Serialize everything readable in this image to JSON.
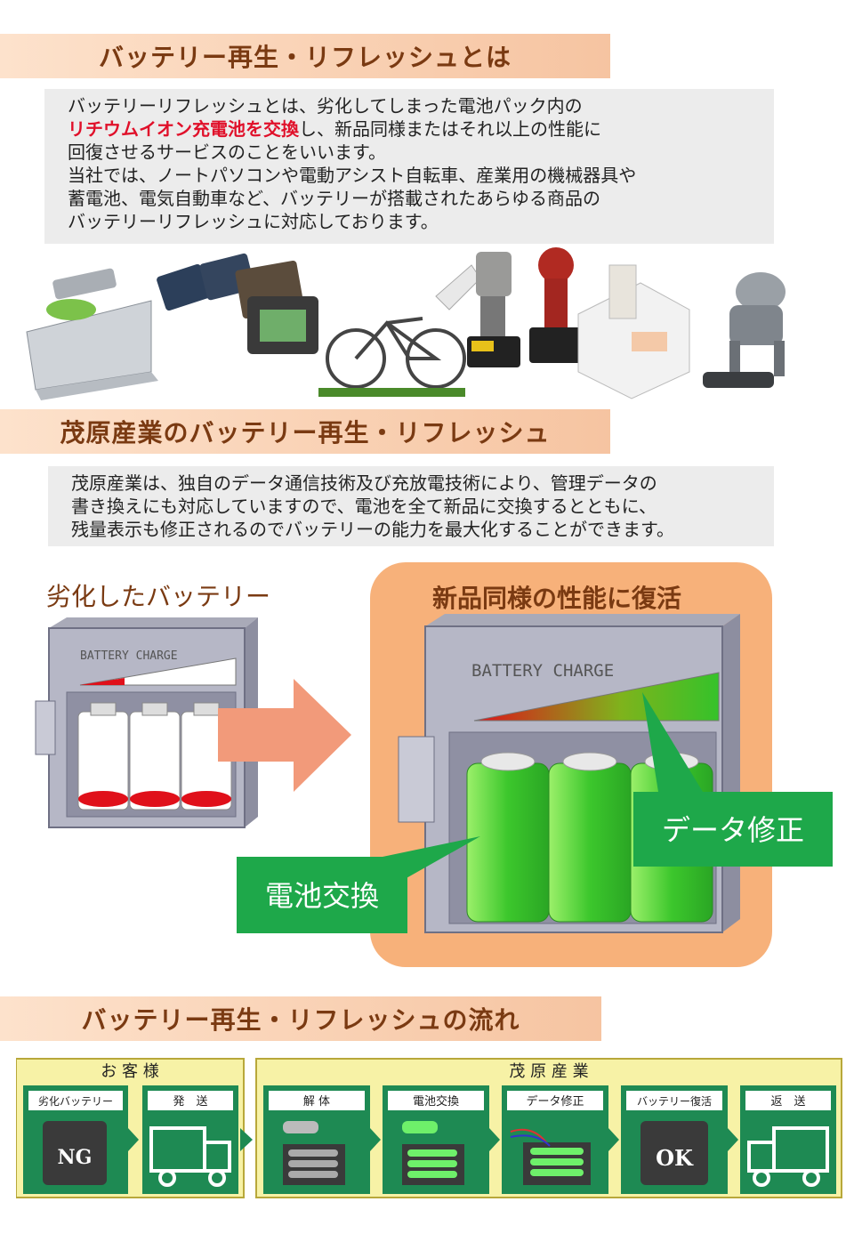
{
  "section1": {
    "title": "バッテリー再生・リフレッシュとは",
    "lines": [
      "バッテリーリフレッシュとは、劣化してしまった電池パック内の",
      "し、新品同様またはそれ以上の性能に",
      "回復させるサービスのことをいいます。",
      "当社では、ノートパソコンや電動アシスト自転車、産業用の機械器具や",
      "蓄電池、電気自動車など、バッテリーが搭載されたあらゆる商品の",
      "バッテリーリフレッシュに対応しております。"
    ],
    "highlight": "リチウムイオン充電池を交換"
  },
  "section2": {
    "title": "茂原産業のバッテリー再生・リフレッシュ",
    "lines": [
      "茂原産業は、独自のデータ通信技術及び充放電技術により、管理データの",
      "書き換えにも対応していますので、電池を全て新品に交換するとともに、",
      "残量表示も修正されるのでバッテリーの能力を最大化することができます。"
    ]
  },
  "figure": {
    "before_label": "劣化したバッテリー",
    "after_label": "新品同様の性能に復活",
    "gauge_text": "BATTERY CHARGE",
    "callout_cells": "電池交換",
    "callout_data": "データ修正"
  },
  "section3": {
    "title": "バッテリー再生・リフレッシュの流れ",
    "customer_label": "お 客 様",
    "company_label": "茂 原 産 業",
    "steps": [
      {
        "label": "劣化バッテリー",
        "mark": "NG"
      },
      {
        "label": "発　送"
      },
      {
        "label": "解 体"
      },
      {
        "label": "電池交換"
      },
      {
        "label": "データ修正"
      },
      {
        "label": "バッテリー復活",
        "mark": "OK"
      },
      {
        "label": "返　送"
      }
    ]
  },
  "colors": {
    "header_bg": "#f6c4a1",
    "header_text": "#7a3a12",
    "highlight": "#e0102a",
    "callout_green": "#1ea84a",
    "flow_bg": "#f7f2a6",
    "flow_step": "#1e8a53"
  }
}
